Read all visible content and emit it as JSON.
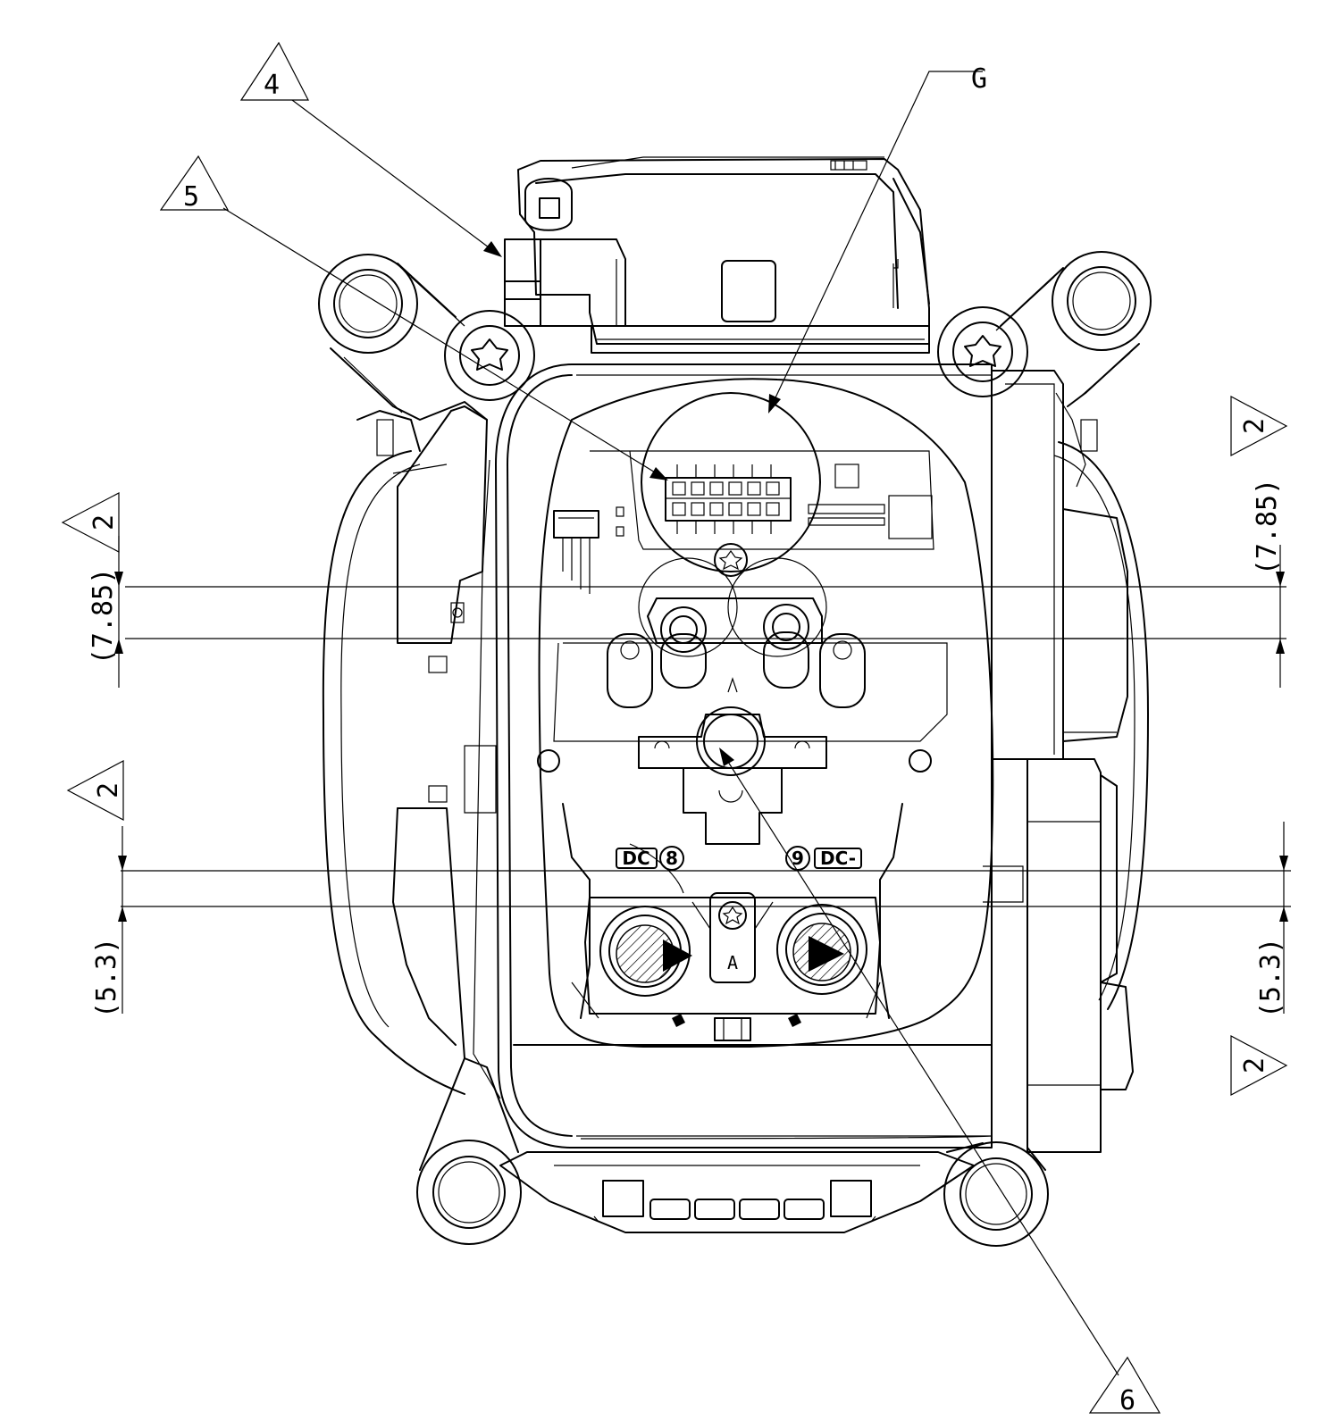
{
  "callouts": {
    "c4": "4",
    "c5": "5",
    "c6": "6",
    "cG": "G",
    "c2_left_top": "2",
    "c2_left_bottom": "2",
    "c2_right_top": "2",
    "c2_right_bottom": "2"
  },
  "dimensions": {
    "left_upper": "(7.85)",
    "right_upper": "(7.85)",
    "left_lower": "(5.3)",
    "right_lower": "(5.3)"
  },
  "terminal_labels": {
    "dc_plus": "DC",
    "num_8": "8",
    "num_9": "9",
    "dc_minus": "DC-",
    "a_mark": "A"
  }
}
